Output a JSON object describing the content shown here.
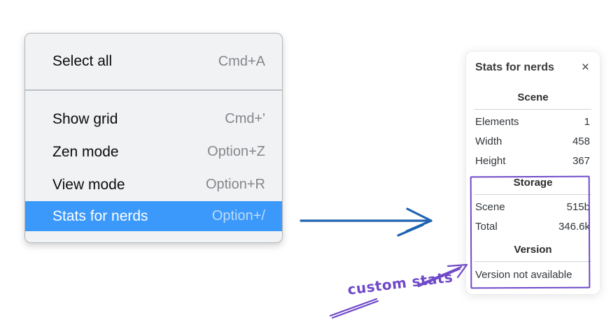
{
  "menu": {
    "groups": [
      {
        "items": [
          {
            "label": "Select all",
            "shortcut": "Cmd+A"
          }
        ]
      },
      {
        "items": [
          {
            "label": "Show grid",
            "shortcut": "Cmd+'"
          },
          {
            "label": "Zen mode",
            "shortcut": "Option+Z"
          },
          {
            "label": "View mode",
            "shortcut": "Option+R"
          },
          {
            "label": "Stats for nerds",
            "shortcut": "Option+/"
          }
        ]
      }
    ],
    "selected_item": "Stats for nerds"
  },
  "stats_panel": {
    "title": "Stats for nerds",
    "close_label": "×",
    "sections": [
      {
        "heading": "Scene",
        "rows": [
          {
            "label": "Elements",
            "value": "1"
          },
          {
            "label": "Width",
            "value": "458"
          },
          {
            "label": "Height",
            "value": "367"
          }
        ]
      },
      {
        "heading": "Storage",
        "rows": [
          {
            "label": "Scene",
            "value": "515b"
          },
          {
            "label": "Total",
            "value": "346.6k"
          }
        ]
      },
      {
        "heading": "Version",
        "note": "Version not available"
      }
    ]
  },
  "annotation": {
    "label": "custom stats"
  },
  "colors": {
    "accent_blue": "#3b99fc",
    "arrow_blue": "#1e63b0",
    "annotation_purple": "#6f49c8",
    "menu_bg": "#f0f2f3",
    "panel_divider": "#cfd4d9"
  }
}
